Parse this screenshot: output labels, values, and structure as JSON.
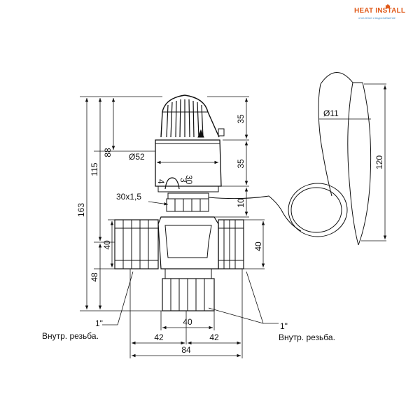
{
  "logo": {
    "brand": "HEAT INSTALL",
    "tagline": "отопление и водоснабжение",
    "brand_color": "#e05a1a",
    "tagline_color": "#4a90c8"
  },
  "dimensions": {
    "height_163": "163",
    "height_115": "115",
    "height_88": "88",
    "height_48": "48",
    "height_40_left": "40",
    "height_40_right": "40",
    "head_35_top": "35",
    "head_35_mid": "35",
    "nut_10": "10",
    "diameter_52": "Ø52",
    "thread_30x1_5": "30x1,5",
    "bottom_width_40": "40",
    "width_42_left": "42",
    "width_42_right": "42",
    "width_84": "84",
    "sensor_diameter": "Ø11",
    "sensor_length": "120"
  },
  "scale_marks": {
    "mark_4": "4",
    "mark_3": "3",
    "mark_30": "30"
  },
  "callouts": {
    "left_size": "1\"",
    "left_label": "Внутр. резьба.",
    "right_size": "1\"",
    "right_label": "Внутр. резьба."
  }
}
